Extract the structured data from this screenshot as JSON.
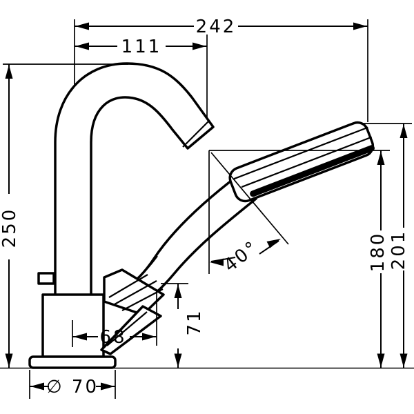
{
  "diagram": {
    "type": "technical-dimension-drawing",
    "subject": "basin mixer faucet with hand shower",
    "units": "mm",
    "colors": {
      "line": "#000000",
      "background": "#ffffff"
    },
    "dimensions": {
      "overall_depth": "242",
      "spout_reach": "111",
      "total_height": "250",
      "handshower_angle": "40°",
      "handshower_height": "180",
      "handshower_top_height": "201",
      "hose_connection_height": "71",
      "handle_offset": "68",
      "base_diameter": "∅ 70"
    }
  }
}
